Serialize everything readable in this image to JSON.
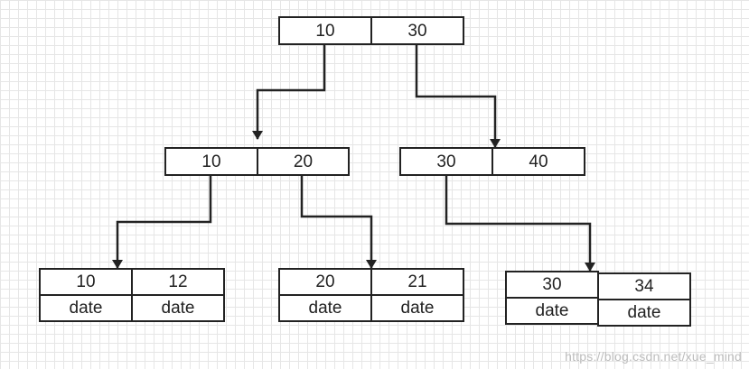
{
  "tree": {
    "root": {
      "keys": [
        "10",
        "30"
      ]
    },
    "internal_left": {
      "keys": [
        "10",
        "20"
      ]
    },
    "internal_right": {
      "keys": [
        "30",
        "40"
      ]
    },
    "leaf_1": {
      "keys": [
        "10",
        "12"
      ],
      "values": [
        "date",
        "date"
      ]
    },
    "leaf_2": {
      "keys": [
        "20",
        "21"
      ],
      "values": [
        "date",
        "date"
      ]
    },
    "leaf_3": {
      "keys": [
        "30",
        "34"
      ],
      "values": [
        "date",
        "date"
      ]
    }
  },
  "colors": {
    "stroke": "#222222",
    "grid": "#e6e6e6",
    "watermark": "#bdbdbd"
  },
  "watermark": "https://blog.csdn.net/xue_mind"
}
